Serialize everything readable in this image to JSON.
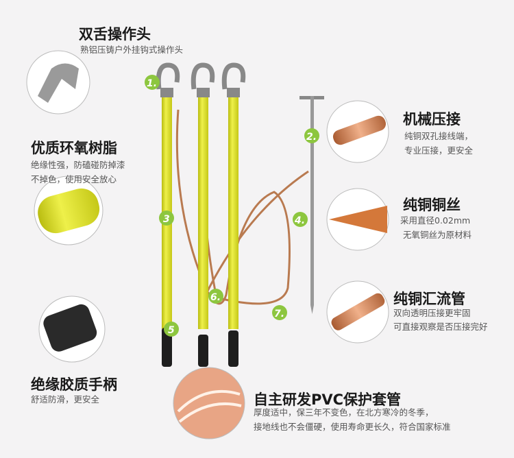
{
  "features": [
    {
      "title": "双舌操作头",
      "lines": [
        "熟铝压铸户外挂钩式操作头"
      ],
      "badge": "1."
    },
    {
      "title": "机械压接",
      "lines": [
        "纯铜双孔接线端，",
        "专业压接，更安全"
      ],
      "badge": "2."
    },
    {
      "title": "优质环氧树脂",
      "lines": [
        "绝缘性强，防磕碰防掉漆",
        "不掉色，使用安全放心"
      ],
      "badge": "3"
    },
    {
      "title": "纯铜铜丝",
      "lines": [
        "采用直径0.02mm",
        "无氧铜丝为原材料"
      ],
      "badge": "4."
    },
    {
      "title": "绝缘胶质手柄",
      "lines": [
        "舒适防滑，更安全"
      ],
      "badge": "5"
    },
    {
      "title": "自主研发PVC保护套管",
      "lines": [
        "厚度适中，保三年不变色，在北方寒冷的冬季，",
        "接地线也不会僵硬，使用寿命更长久，符合国家标准"
      ],
      "badge": "6."
    },
    {
      "title": "纯铜汇流管",
      "lines": [
        "双向透明压接更牢固",
        "可直接观察是否压接完好"
      ],
      "badge": "7."
    }
  ],
  "colors": {
    "background": "#f4f3f4",
    "pole": "#dfe22c",
    "badge": "#8dc63f",
    "copper": "#c8794a"
  }
}
